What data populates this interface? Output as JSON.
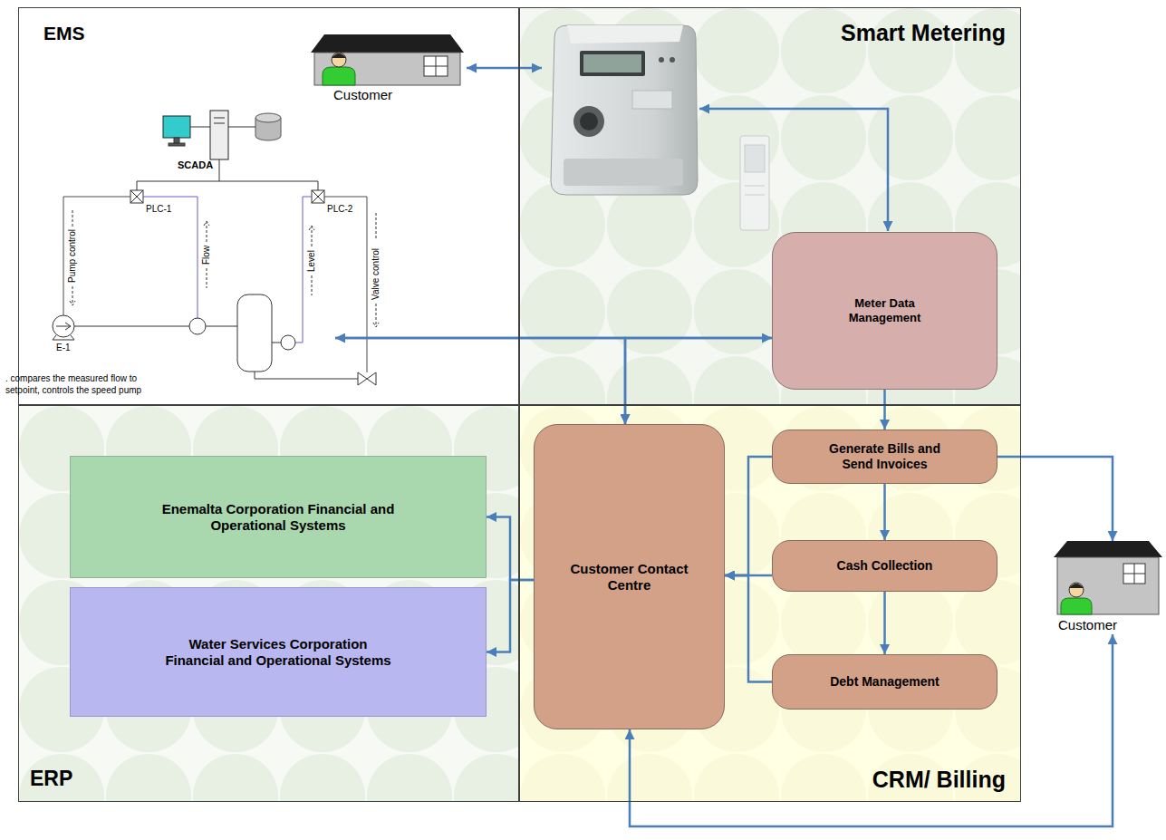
{
  "diagram": {
    "nodes": [
      {
        "text": [
          "EMS"
        ]
      },
      {
        "text": [
          "Customer"
        ],
        "in": 0
      },
      {
        "text": [
          "Smart Metering"
        ]
      },
      {
        "text": [
          "Meter Data Management"
        ],
        "in": 2
      },
      {
        "text": [
          "ERP"
        ]
      },
      {
        "text": [
          "Enemalta Corporation Financial and Operational Systems"
        ],
        "in": 4
      },
      {
        "text": [
          "Water Services Corporation Financial and Operational Systems"
        ],
        "in": 4
      },
      {
        "text": [
          "CRM/ Billing"
        ]
      },
      {
        "text": [
          "Customer Contact Centre"
        ],
        "in": 7
      },
      {
        "text": [
          "Generate Bills and Send Invoices"
        ],
        "in": 7
      },
      {
        "text": [
          "Cash Collection"
        ],
        "in": 7
      },
      {
        "text": [
          "Debt Management"
        ],
        "in": 7
      },
      {
        "text": [
          "Customer"
        ]
      }
    ],
    "edges": [
      {
        "from": 0,
        "to": 3,
        "arrow": "both"
      },
      {
        "from": 0,
        "to": 8,
        "arrow": "to"
      },
      {
        "from": 3,
        "to": 8,
        "arrow": "to"
      },
      {
        "from": 3,
        "to": 9,
        "arrow": "to"
      },
      {
        "from": 9,
        "to": 10,
        "arrow": "to"
      },
      {
        "from": 10,
        "to": 11,
        "arrow": "to"
      },
      {
        "from": 9,
        "to": 8,
        "arrow": "to"
      },
      {
        "from": 10,
        "to": 8,
        "arrow": "to"
      },
      {
        "from": 11,
        "to": 8,
        "arrow": "to"
      },
      {
        "from": 9,
        "to": 12,
        "arrow": "to"
      },
      {
        "from": 8,
        "to": 5,
        "arrow": "to"
      },
      {
        "from": 8,
        "to": 6,
        "arrow": "to"
      },
      {
        "from": 12,
        "to": 8,
        "arrow": "both"
      }
    ],
    "labels": [
      "SCADA",
      "PLC-1",
      "PLC-2",
      "Pump control",
      "Flow",
      "Level",
      "Valve control",
      "E-1",
      ". compares the measured flow to",
      "setpoint, controls the speed pump"
    ]
  }
}
